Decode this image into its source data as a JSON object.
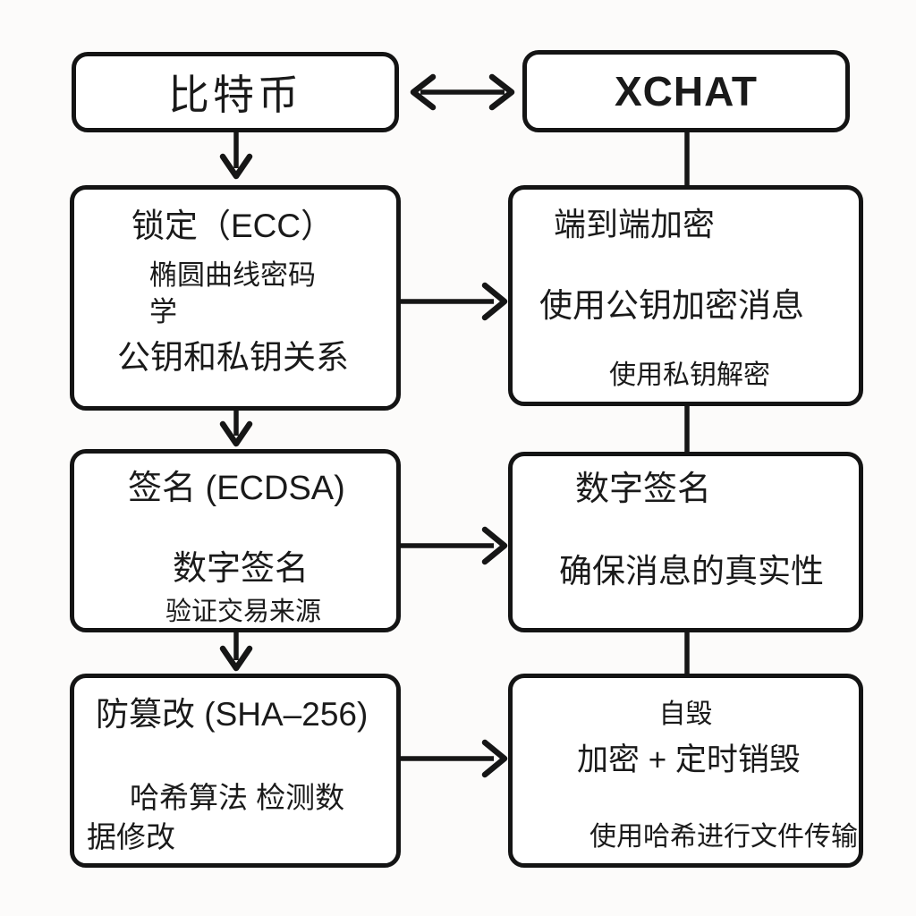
{
  "canvas": {
    "background_color": "#fcfbfa",
    "ink_color": "#161616",
    "box_fill_color": "#ffffff"
  },
  "nodes": {
    "bitcoin": {
      "label": "比特币"
    },
    "xchat": {
      "label": "XCHAT"
    },
    "ecc_lock": {
      "title": "锁定（ECC）",
      "subtitle": "椭圆曲线密码学",
      "note": "公钥和私钥关系"
    },
    "e2e_encryption": {
      "title": "端到端加密",
      "line2": "使用公钥加密消息",
      "line3": "使用私钥解密"
    },
    "ecdsa_signature": {
      "title": "签名 (ECDSA)",
      "line2": "数字签名",
      "line3": "验证交易来源"
    },
    "digital_signature": {
      "title": "数字签名",
      "line2": "确保消息的真实性"
    },
    "sha256_tamper_proof": {
      "title": "防篡改 (SHA–256)",
      "line2": "哈希算法 检测数据修改"
    },
    "self_destruct": {
      "title": "自毁",
      "line2": "加密 + 定时销毁",
      "line3": "使用哈希进行文件传输"
    }
  },
  "connectors": [
    {
      "from": "bitcoin",
      "to": "xchat",
      "type": "double-arrow",
      "direction": "horizontal"
    },
    {
      "from": "bitcoin",
      "to": "ecc_lock",
      "type": "arrow",
      "direction": "down"
    },
    {
      "from": "xchat",
      "to": "e2e_encryption",
      "type": "line",
      "direction": "down"
    },
    {
      "from": "ecc_lock",
      "to": "e2e_encryption",
      "type": "arrow",
      "direction": "right"
    },
    {
      "from": "ecc_lock",
      "to": "ecdsa_signature",
      "type": "arrow",
      "direction": "down"
    },
    {
      "from": "e2e_encryption",
      "to": "digital_signature",
      "type": "line",
      "direction": "down"
    },
    {
      "from": "ecdsa_signature",
      "to": "digital_signature",
      "type": "arrow",
      "direction": "right"
    },
    {
      "from": "ecdsa_signature",
      "to": "sha256_tamper_proof",
      "type": "arrow",
      "direction": "down"
    },
    {
      "from": "digital_signature",
      "to": "self_destruct",
      "type": "line",
      "direction": "down"
    },
    {
      "from": "sha256_tamper_proof",
      "to": "self_destruct",
      "type": "arrow",
      "direction": "right"
    }
  ]
}
